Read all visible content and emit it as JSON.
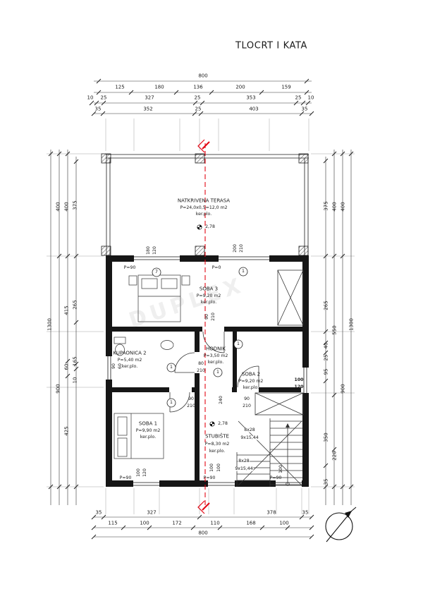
{
  "title": "TLOCRT I KATA",
  "watermark": "DUPLEX",
  "colors": {
    "section_line": "#e30613",
    "ink": "#1b1b1b"
  },
  "rooms": {
    "terasa": {
      "name": "NATKRIVENA TERASA",
      "area": "P=24,0x0,5=12,0 m2",
      "finish": "ker.plo.",
      "level": "2,78"
    },
    "soba3": {
      "name": "SOBA 3",
      "area": "P=9,20 m2",
      "finish": "ker.plo."
    },
    "kupaonica": {
      "name": "KUPAONICA 2",
      "area": "P=5,40 m2",
      "finish": "ker.plo."
    },
    "hodnik": {
      "name": "HODNIK",
      "area": "P=3,50 m2",
      "finish": "ker.plo."
    },
    "soba2": {
      "name": "SOBA 2",
      "area": "P=9,20 m2",
      "finish": "ker.plo."
    },
    "soba1": {
      "name": "SOBA 1",
      "area": "P=9,90 m2",
      "finish": "ker.plo."
    },
    "stubiste": {
      "name": "STUBIŠTE",
      "area": "P=8,30 m2",
      "finish": "ker.plo.",
      "level": "2,78",
      "run1": "8x28",
      "rise1": "9x15,44",
      "run2": "8x28",
      "rise2": "9x15,44"
    }
  },
  "dims": {
    "top1": [
      "800"
    ],
    "top2": [
      "125",
      "180",
      "136",
      "200",
      "159"
    ],
    "top3": [
      "10",
      "25",
      "327",
      "25",
      "353",
      "25",
      "10"
    ],
    "top4": [
      "35",
      "352",
      "25",
      "403",
      "35"
    ],
    "left_outer": [
      "1300"
    ],
    "left2": [
      "400",
      "900"
    ],
    "left3": [
      "400",
      "415",
      "60",
      "425"
    ],
    "left4": [
      "375",
      "265",
      "165",
      "10"
    ],
    "right1": [
      "375",
      "265",
      "40",
      "25",
      "95",
      "350",
      "35"
    ],
    "right2": [
      "400",
      "550",
      "220"
    ],
    "right3": [
      "400",
      "900"
    ],
    "right_outer": [
      "1300"
    ],
    "bottom1": [
      "35",
      "327",
      "378",
      "35"
    ],
    "bottom2": [
      "115",
      "100",
      "172",
      "110",
      "168",
      "100"
    ],
    "bottom3": [
      "800"
    ]
  },
  "openings": {
    "win1": [
      "180",
      "120"
    ],
    "win2": [
      "200",
      "210"
    ],
    "door_soba3": [
      "90",
      "210"
    ],
    "door_kupaonica": [
      "80",
      "210"
    ],
    "win_kupaonica": [
      "90",
      "60"
    ],
    "win_soba2": [
      "100",
      "120"
    ],
    "door_soba1": [
      "90",
      "210"
    ],
    "door_soba2": [
      "90",
      "210"
    ],
    "pass": [
      "240"
    ],
    "win_soba1": [
      "100",
      "120"
    ],
    "win_stubiste": [
      "100",
      "100"
    ],
    "win_stairs": [
      "100"
    ],
    "parapets": [
      "P=90",
      "P=0",
      "P=90",
      "P=90",
      "P=90"
    ]
  },
  "tags": [
    "7",
    "1",
    "1",
    "1",
    "1",
    "1"
  ]
}
